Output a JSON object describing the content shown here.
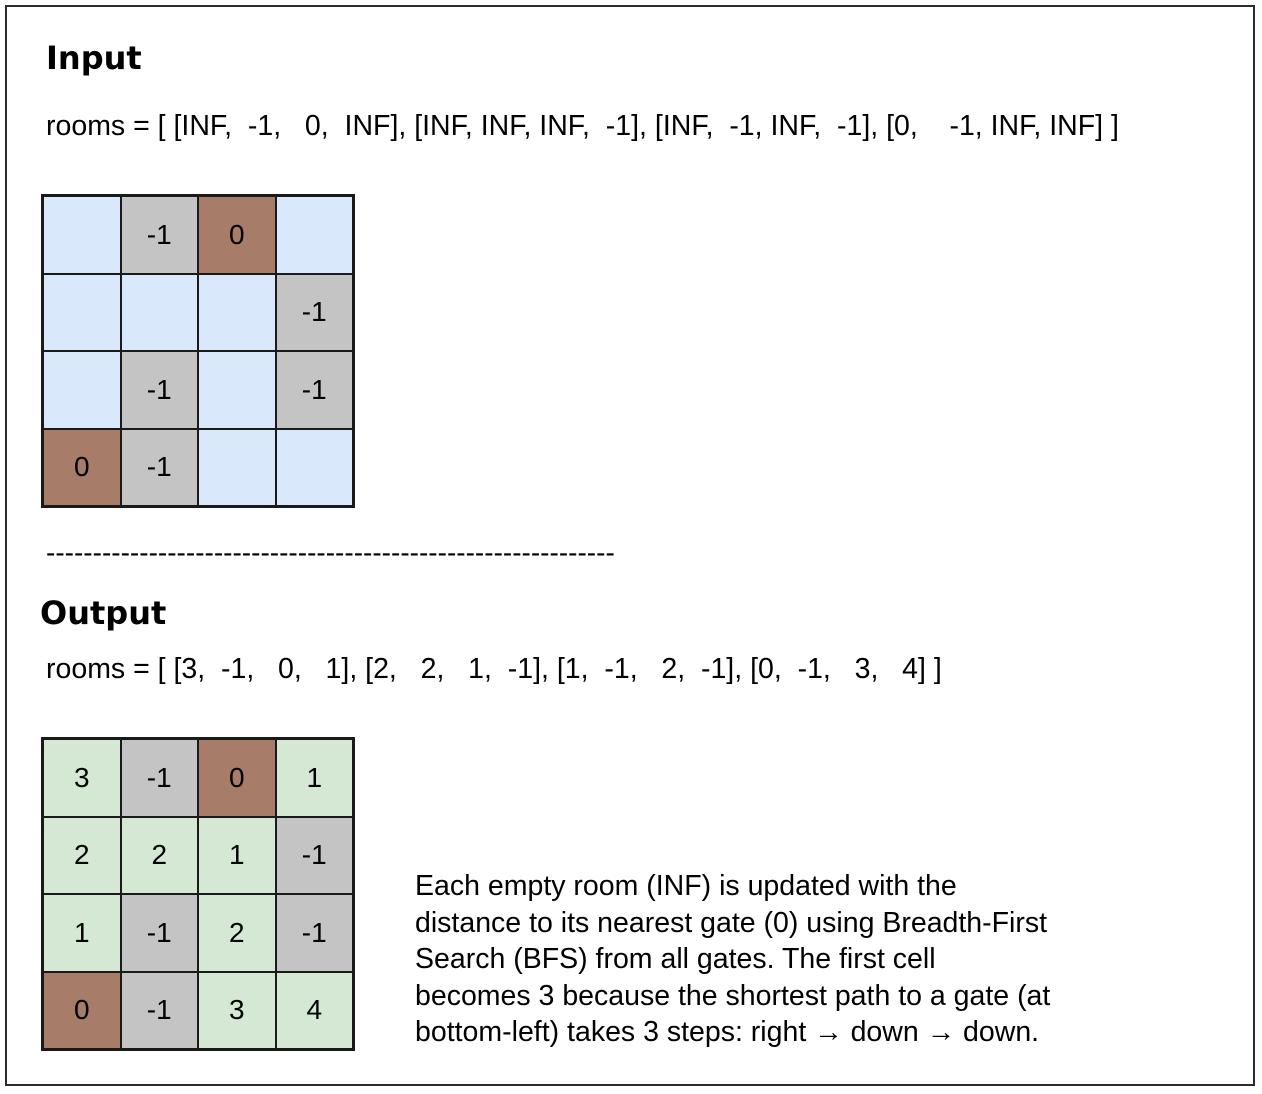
{
  "input": {
    "heading": "Input",
    "formula": "rooms = [ [INF,  -1,   0,  INF], [INF, INF, INF,  -1], [INF,  -1, INF,  -1], [0,    -1, INF, INF] ]",
    "grid": [
      [
        {
          "text": "",
          "kind": "empty"
        },
        {
          "text": "-1",
          "kind": "wall"
        },
        {
          "text": "0",
          "kind": "gate"
        },
        {
          "text": "",
          "kind": "empty"
        }
      ],
      [
        {
          "text": "",
          "kind": "empty"
        },
        {
          "text": "",
          "kind": "empty"
        },
        {
          "text": "",
          "kind": "empty"
        },
        {
          "text": "-1",
          "kind": "wall"
        }
      ],
      [
        {
          "text": "",
          "kind": "empty"
        },
        {
          "text": "-1",
          "kind": "wall"
        },
        {
          "text": "",
          "kind": "empty"
        },
        {
          "text": "-1",
          "kind": "wall"
        }
      ],
      [
        {
          "text": "0",
          "kind": "gate"
        },
        {
          "text": "-1",
          "kind": "wall"
        },
        {
          "text": "",
          "kind": "empty"
        },
        {
          "text": "",
          "kind": "empty"
        }
      ]
    ]
  },
  "divider": "-------------------------------------------------------------",
  "output": {
    "heading": "Output",
    "formula": "rooms = [ [3,  -1,   0,   1], [2,   2,   1,  -1], [1,  -1,   2,  -1], [0,  -1,   3,   4] ]",
    "grid": [
      [
        {
          "text": "3",
          "kind": "empty"
        },
        {
          "text": "-1",
          "kind": "wall"
        },
        {
          "text": "0",
          "kind": "gate"
        },
        {
          "text": "1",
          "kind": "empty"
        }
      ],
      [
        {
          "text": "2",
          "kind": "empty"
        },
        {
          "text": "2",
          "kind": "empty"
        },
        {
          "text": "1",
          "kind": "empty"
        },
        {
          "text": "-1",
          "kind": "wall"
        }
      ],
      [
        {
          "text": "1",
          "kind": "empty"
        },
        {
          "text": "-1",
          "kind": "wall"
        },
        {
          "text": "2",
          "kind": "empty"
        },
        {
          "text": "-1",
          "kind": "wall"
        }
      ],
      [
        {
          "text": "0",
          "kind": "gate"
        },
        {
          "text": "-1",
          "kind": "wall"
        },
        {
          "text": "3",
          "kind": "empty"
        },
        {
          "text": "4",
          "kind": "empty"
        }
      ]
    ]
  },
  "explanation": {
    "lines": [
      "Each empty room (INF) is updated with the",
      "distance to its nearest gate (0) using Breadth-First",
      "Search (BFS) from all gates. The first cell",
      "becomes 3 because the shortest path to a gate (at",
      "bottom-left) takes 3 steps: right → down → down."
    ]
  },
  "colors": {
    "empty_input": "#dae8fc",
    "empty_output": "#d5e8d4",
    "wall": "#c4c4c4",
    "gate": "#a77c69",
    "border": "#1a1a1a"
  }
}
